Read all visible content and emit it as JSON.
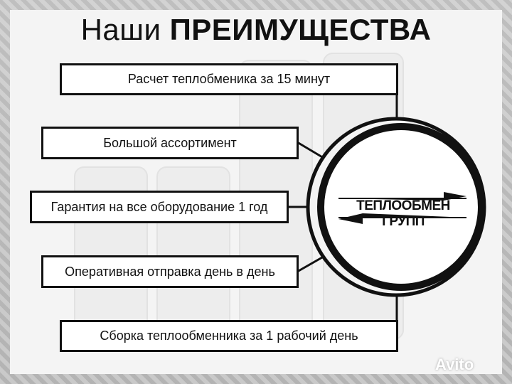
{
  "title": {
    "regular": "Наши",
    "bold": "ПРЕИМУЩЕСТВА"
  },
  "items": [
    "Расчет теплобменика за 15 минут",
    "Большой ассортимент",
    "Гарантия на все оборудование 1 год",
    "Оперативная отправка день в день",
    "Сборка теплообменника за 1 рабочий день"
  ],
  "logo": {
    "text": "ТЕПЛООБМЕН ГРУПП"
  },
  "watermark": {
    "text": "Avito"
  },
  "colors": {
    "ink": "#111111",
    "panel": "#f4f4f4",
    "frame": "#bfbfbf"
  }
}
